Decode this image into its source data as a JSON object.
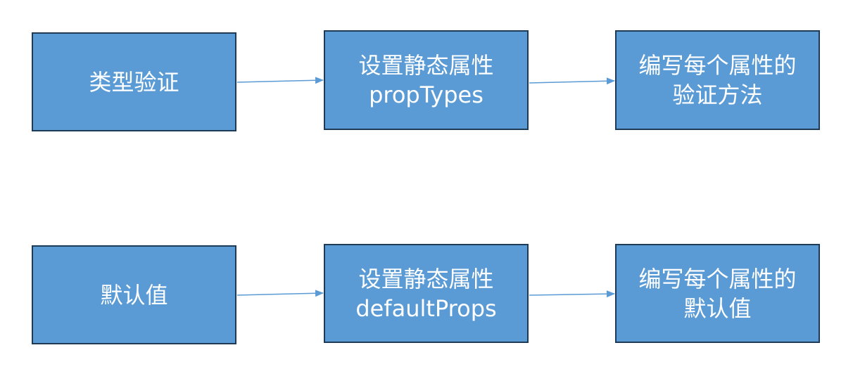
{
  "rows": [
    {
      "nodes": [
        {
          "lines": [
            "类型验证"
          ]
        },
        {
          "lines": [
            "设置静态属性",
            "propTypes"
          ]
        },
        {
          "lines": [
            "编写每个属性的",
            "验证方法"
          ]
        }
      ]
    },
    {
      "nodes": [
        {
          "lines": [
            "默认值"
          ]
        },
        {
          "lines": [
            "设置静态属性",
            "defaultProps"
          ]
        },
        {
          "lines": [
            "编写每个属性的",
            "默认值"
          ]
        }
      ]
    }
  ],
  "colors": {
    "box_fill": "#5b9bd5",
    "box_border": "#1f3a55",
    "text": "#ffffff",
    "arrow": "#5b9bd5"
  }
}
